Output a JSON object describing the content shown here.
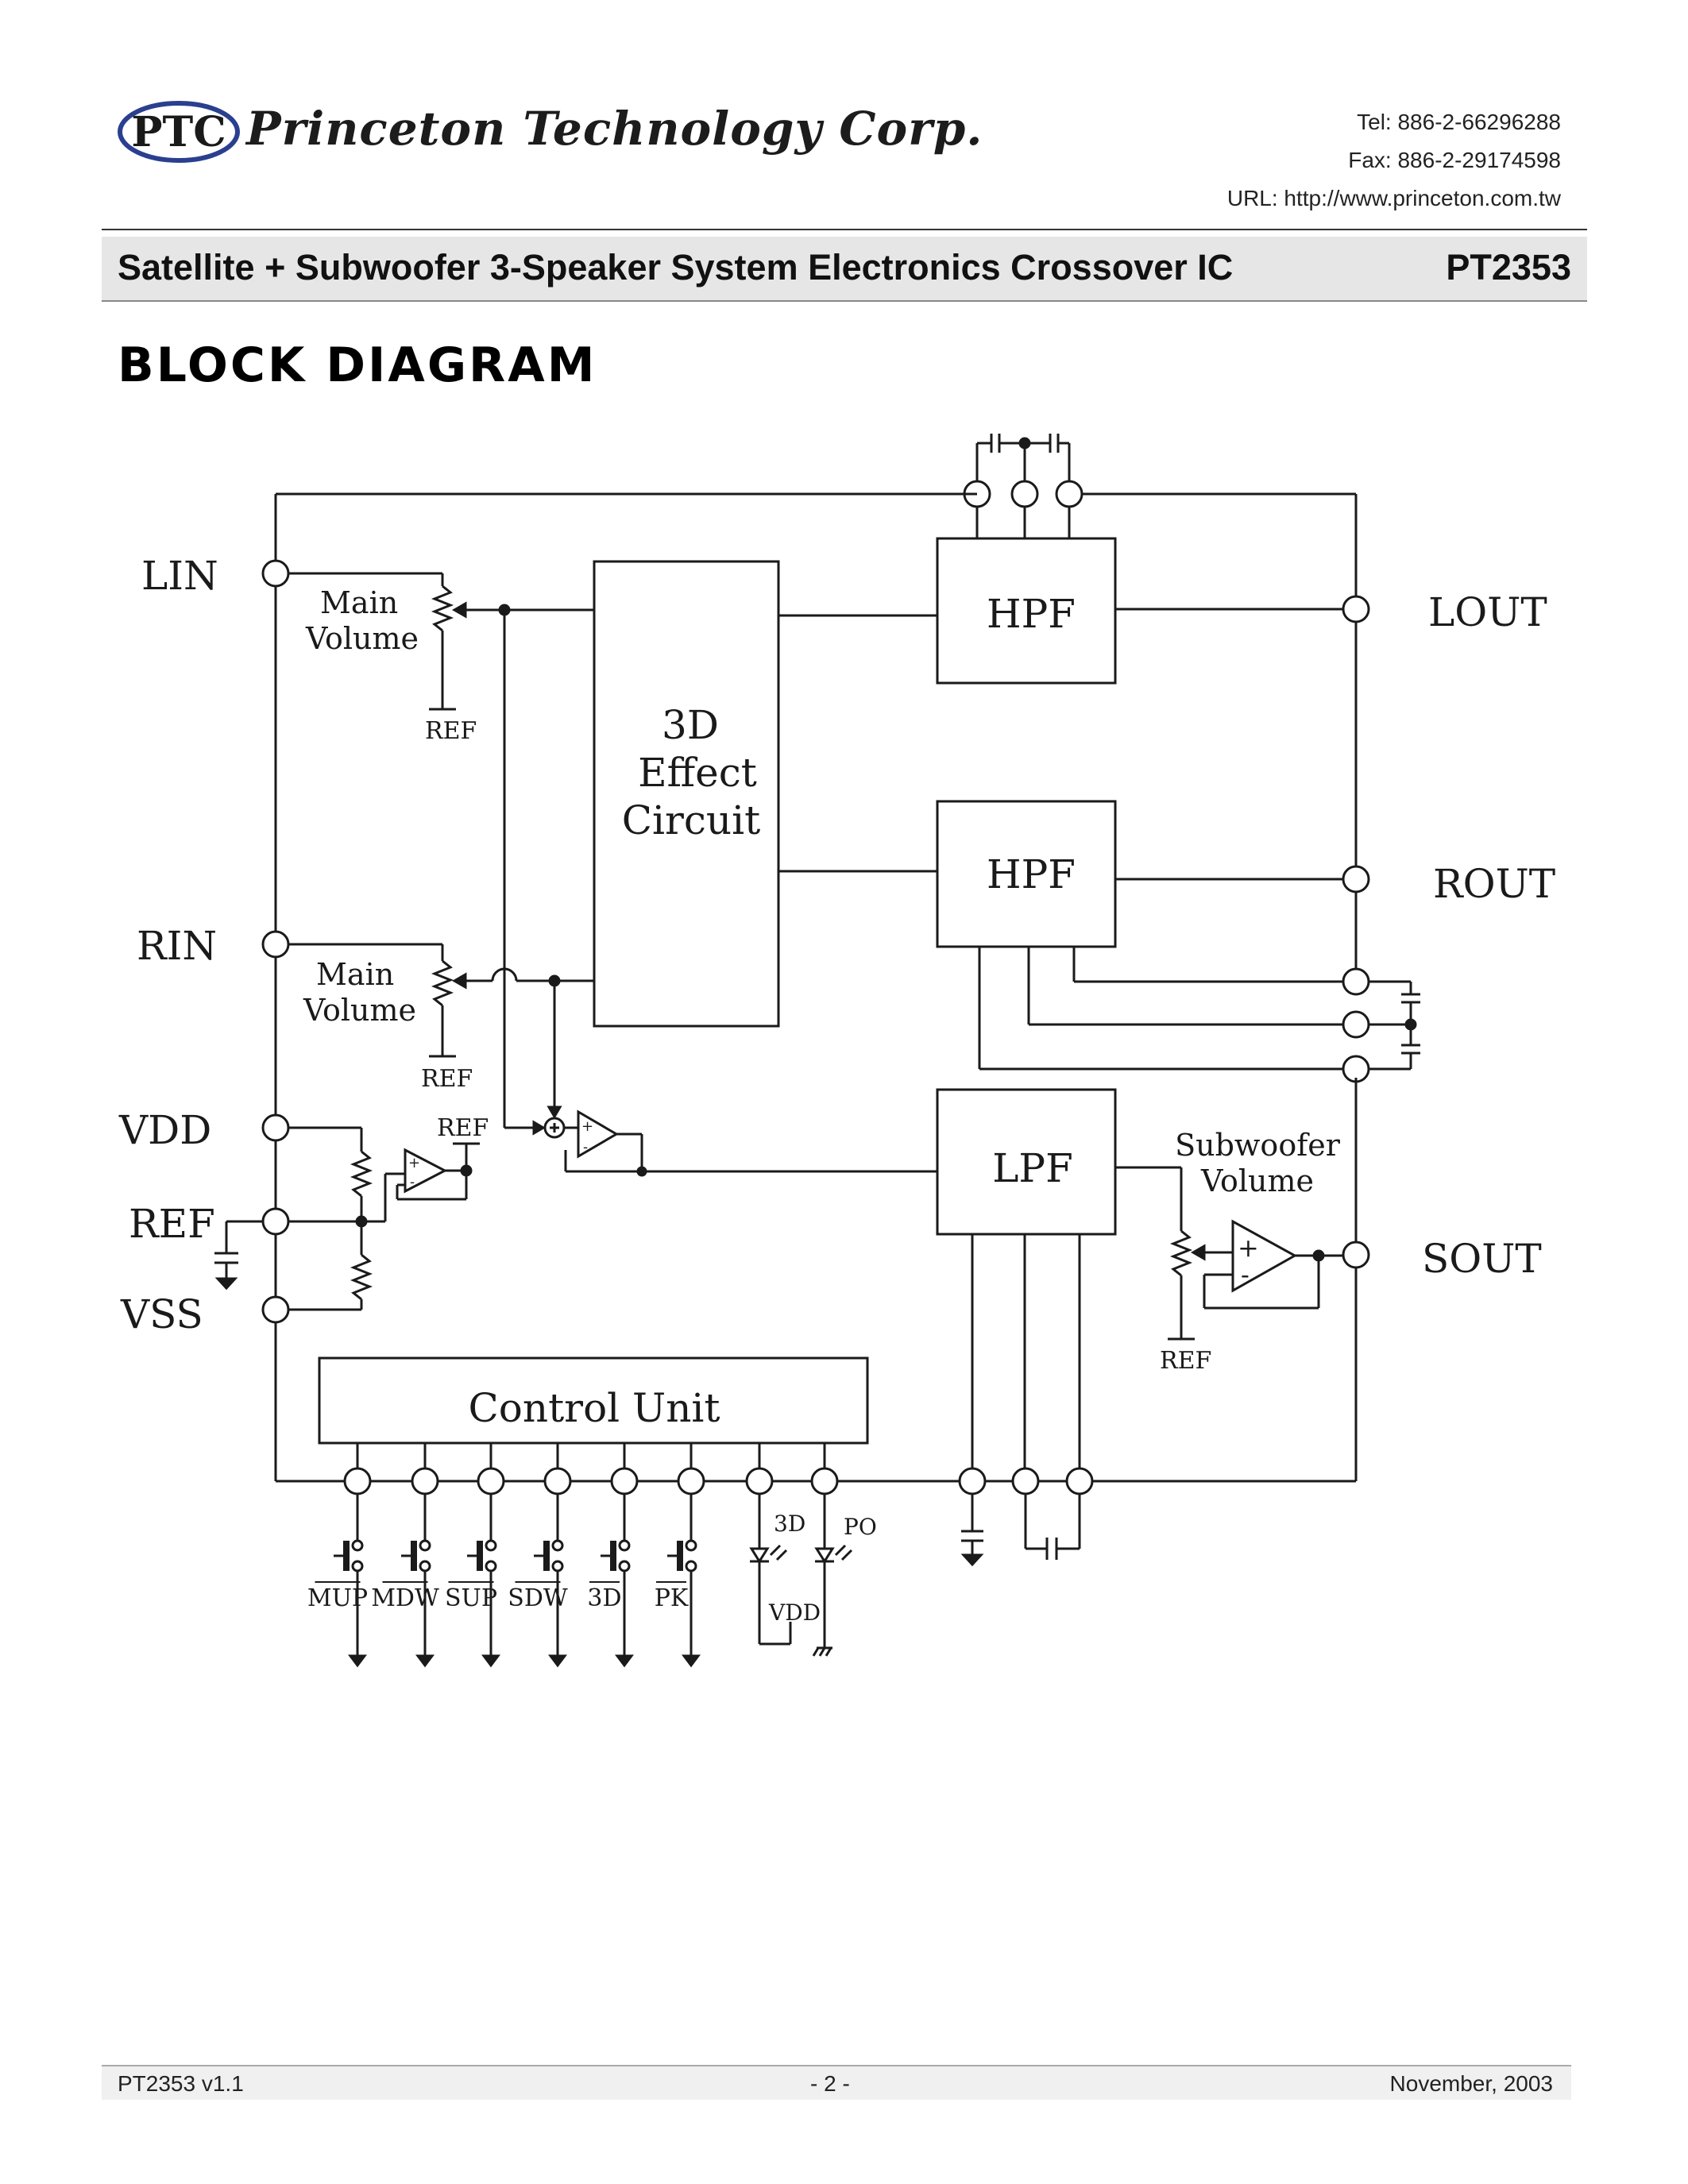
{
  "header": {
    "company": "Princeton Technology Corp.",
    "logo_text": "PTC",
    "tel": "Tel: 886-2-66296288",
    "fax": "Fax: 886-2-29174598",
    "url": "URL: http://www.princeton.com.tw"
  },
  "title_bar": {
    "title": "Satellite + Subwoofer 3-Speaker System Electronics Crossover IC",
    "part_number": "PT2353"
  },
  "section_heading": "BLOCK DIAGRAM",
  "diagram": {
    "pins_left": [
      "LIN",
      "RIN",
      "VDD",
      "REF",
      "VSS"
    ],
    "pins_right": [
      "LOUT",
      "ROUT",
      "SOUT"
    ],
    "blocks": {
      "effect": [
        "3D",
        "Effect",
        "Circuit"
      ],
      "hpf_left": "HPF",
      "hpf_right": "HPF",
      "lpf": "LPF",
      "control": "Control Unit"
    },
    "labels": {
      "main_volume_l": [
        "Main",
        "Volume"
      ],
      "main_volume_r": [
        "Main",
        "Volume"
      ],
      "subwoofer_volume": [
        "Subwoofer",
        "Volume"
      ],
      "ref": "REF",
      "vdd_sub": "VDD",
      "led_3d": "3D",
      "led_po": "PO"
    },
    "buttons": [
      "MUP",
      "MDW",
      "SUP",
      "SDW",
      "3D",
      "PK"
    ]
  },
  "footer": {
    "version": "PT2353 v1.1",
    "page": "- 2 -",
    "date": "November, 2003"
  }
}
